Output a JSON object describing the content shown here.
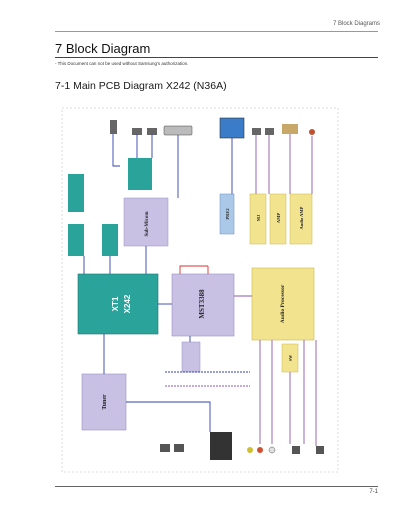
{
  "header": {
    "running_title": "7 Block Diagrams"
  },
  "chapter_title": "7 Block Diagram",
  "notice": "- This Document can not be used without Samsung’s authorization.",
  "section_title": "7-1 Main PCB Diagram X242 (N36A)",
  "page_number": "7-1",
  "blocks": {
    "xt1": "XT1",
    "x242": "X242",
    "mst": "MST3388",
    "audio_proc": "Audio Processor",
    "sub_micom": "Sub-Micom",
    "tuner": "Tuner",
    "pre": "PRE2",
    "mj": "MJ",
    "amp": "AMP",
    "audio_amp": "Audio AMP",
    "sw": "SW"
  },
  "colors": {
    "teal": "#2aa39a",
    "lavender": "#c9c1e3",
    "yellow": "#f2e48f",
    "lightblue": "#aac8e8",
    "purple": "#8e5aa8",
    "red": "#d83030",
    "blue": "#3040b0"
  }
}
